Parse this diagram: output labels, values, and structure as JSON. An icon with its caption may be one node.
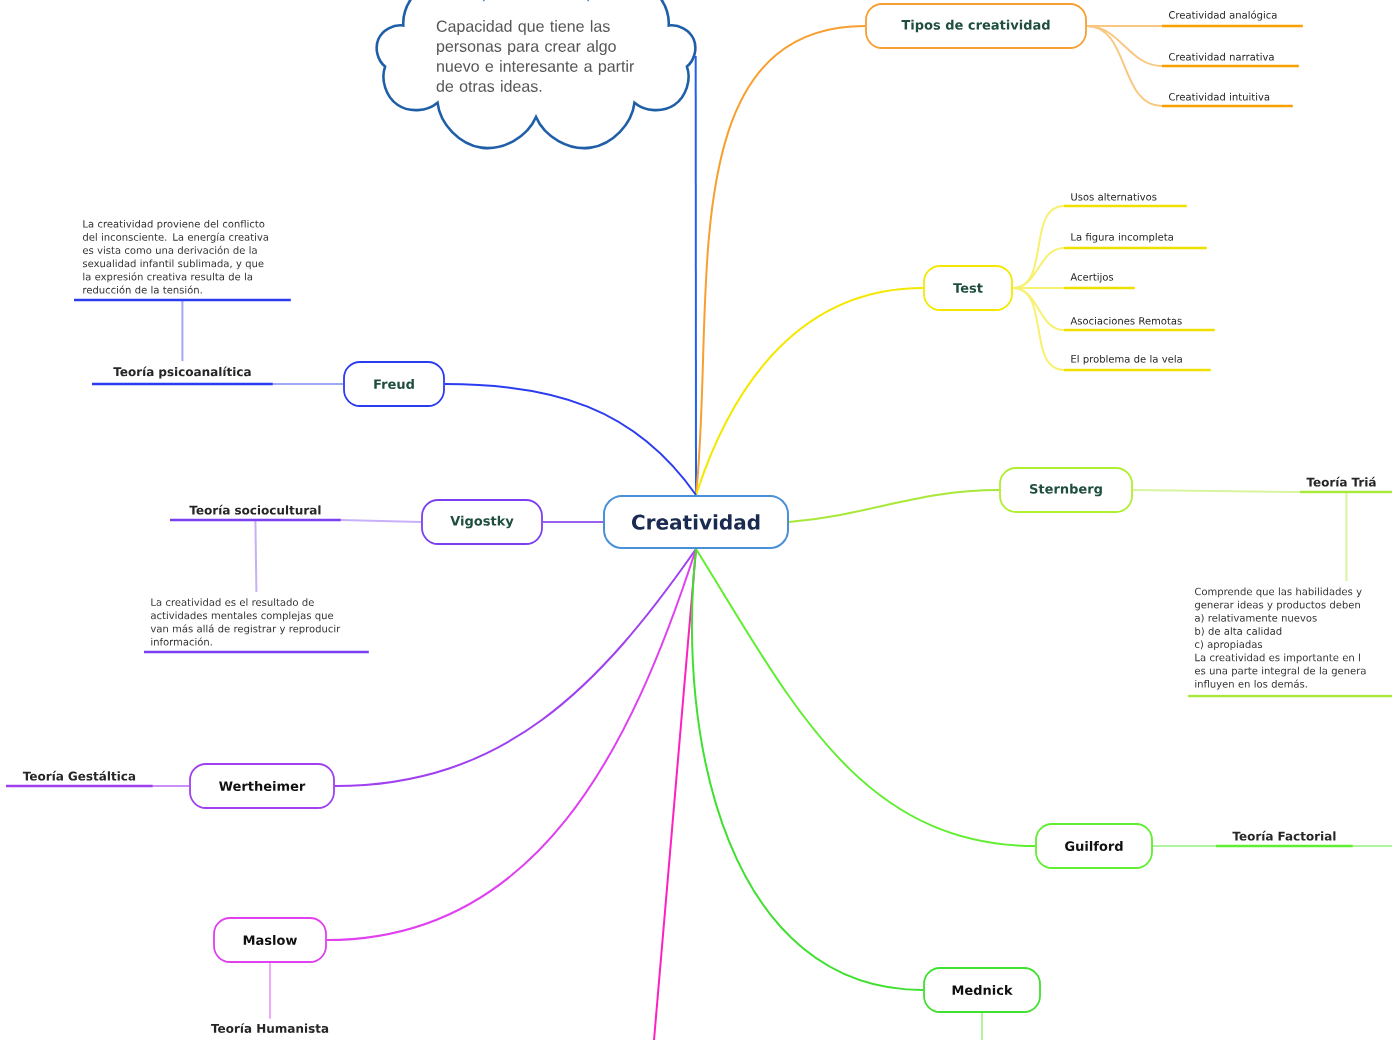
{
  "diagram": {
    "nodes": [
      {
        "text": [
          "Creatividad"
        ]
      },
      {
        "text": [
          "Capacidad que tiene las personas para crear algo nuevo e interesante a partir de otras ideas."
        ]
      },
      {
        "text": [
          "Tipos de creatividad"
        ]
      },
      {
        "text": [
          "Creatividad analógica"
        ]
      },
      {
        "text": [
          "Creatividad narrativa"
        ]
      },
      {
        "text": [
          "Creatividad intuitiva"
        ]
      },
      {
        "text": [
          "Test"
        ]
      },
      {
        "text": [
          "Usos alternativos"
        ]
      },
      {
        "text": [
          "La figura incompleta"
        ]
      },
      {
        "text": [
          "Acertijos"
        ]
      },
      {
        "text": [
          "Asociaciones Remotas"
        ]
      },
      {
        "text": [
          "El problema de la vela"
        ]
      },
      {
        "text": [
          "Freud"
        ]
      },
      {
        "text": [
          "Teoría psicoanalítica"
        ]
      },
      {
        "text": [
          "La creatividad proviene del conflicto del inconsciente. La energía creativa es vista como una derivación de la sexualidad infantil sublimada, y que la expresión creativa resulta de la reducción de la tensión."
        ]
      },
      {
        "text": [
          "Vigostky"
        ]
      },
      {
        "text": [
          "Teoría sociocultural"
        ]
      },
      {
        "text": [
          "La creatividad es el resultado de actividades mentales complejas que van más allá de registrar y reproducir información."
        ]
      },
      {
        "text": [
          "Sternberg"
        ]
      },
      {
        "text": [
          "Teoría Triá"
        ]
      },
      {
        "text": [
          "Comprende que las habilidades y generar ideas y productos deben",
          "a) relativamente nuevos",
          "b) de alta calidad",
          "c) apropiadas",
          "La creatividad es importante en l es una parte integral de la genera influyen en los demás."
        ]
      },
      {
        "text": [
          "Wertheimer"
        ]
      },
      {
        "text": [
          "Teoría Gestáltica"
        ]
      },
      {
        "text": [
          "Maslow"
        ]
      },
      {
        "text": [
          "Teoría Humanista"
        ]
      },
      {
        "text": [
          "Guilford"
        ]
      },
      {
        "text": [
          "Teoría Factorial"
        ]
      },
      {
        "text": [
          "Mednick"
        ]
      }
    ],
    "edges": [
      {
        "from": 0,
        "to": 1,
        "arrow": "none",
        "color": "#2060f0"
      },
      {
        "from": 0,
        "to": 2,
        "arrow": "none",
        "color": "#f7a030"
      },
      {
        "from": 2,
        "to": 3,
        "arrow": "none",
        "color": "#f8c880"
      },
      {
        "from": 2,
        "to": 4,
        "arrow": "none",
        "color": "#f8c880"
      },
      {
        "from": 2,
        "to": 5,
        "arrow": "none",
        "color": "#f8c880"
      },
      {
        "from": 0,
        "to": 6,
        "arrow": "none",
        "color": "#f5e800"
      },
      {
        "from": 6,
        "to": 7,
        "arrow": "none",
        "color": "#f8f070"
      },
      {
        "from": 6,
        "to": 8,
        "arrow": "none",
        "color": "#f8f070"
      },
      {
        "from": 6,
        "to": 9,
        "arrow": "none",
        "color": "#f8f070"
      },
      {
        "from": 6,
        "to": 10,
        "arrow": "none",
        "color": "#f8f070"
      },
      {
        "from": 6,
        "to": 11,
        "arrow": "none",
        "color": "#f8f070"
      },
      {
        "from": 0,
        "to": 12,
        "arrow": "none",
        "color": "#2b3cf0"
      },
      {
        "from": 12,
        "to": 13,
        "arrow": "none",
        "color": "#a0a8f8"
      },
      {
        "from": 13,
        "to": 14,
        "arrow": "none",
        "color": "#a0a8f8"
      },
      {
        "from": 0,
        "to": 15,
        "arrow": "none",
        "color": "#9a60f0"
      },
      {
        "from": 15,
        "to": 16,
        "arrow": "none",
        "color": "#c8b0f8"
      },
      {
        "from": 16,
        "to": 17,
        "arrow": "none",
        "color": "#c8b0f8"
      },
      {
        "from": 0,
        "to": 18,
        "arrow": "none",
        "color": "#a8e838"
      },
      {
        "from": 18,
        "to": 19,
        "arrow": "none",
        "color": "#d8f4a0"
      },
      {
        "from": 19,
        "to": 20,
        "arrow": "none",
        "color": "#d8f4a0"
      },
      {
        "from": 0,
        "to": 21,
        "arrow": "none",
        "color": "#a040f0"
      },
      {
        "from": 21,
        "to": 22,
        "arrow": "none",
        "color": "#c890f8"
      },
      {
        "from": 0,
        "to": 23,
        "arrow": "none",
        "color": "#e040f0"
      },
      {
        "from": 23,
        "to": 24,
        "arrow": "none",
        "color": "#f0a8f8"
      },
      {
        "from": 0,
        "to": null,
        "arrow": "none",
        "color": "#ff20c0"
      },
      {
        "from": 0,
        "to": 25,
        "arrow": "none",
        "color": "#60ee30"
      },
      {
        "from": 25,
        "to": 26,
        "arrow": "none",
        "color": "#b0f4a0"
      },
      {
        "from": 26,
        "to": null,
        "arrow": "none",
        "color": "#b0f4a0"
      },
      {
        "from": 0,
        "to": 27,
        "arrow": "none",
        "color": "#40e030"
      },
      {
        "from": 27,
        "to": null,
        "arrow": "none",
        "color": "#b0f4a0"
      }
    ]
  }
}
